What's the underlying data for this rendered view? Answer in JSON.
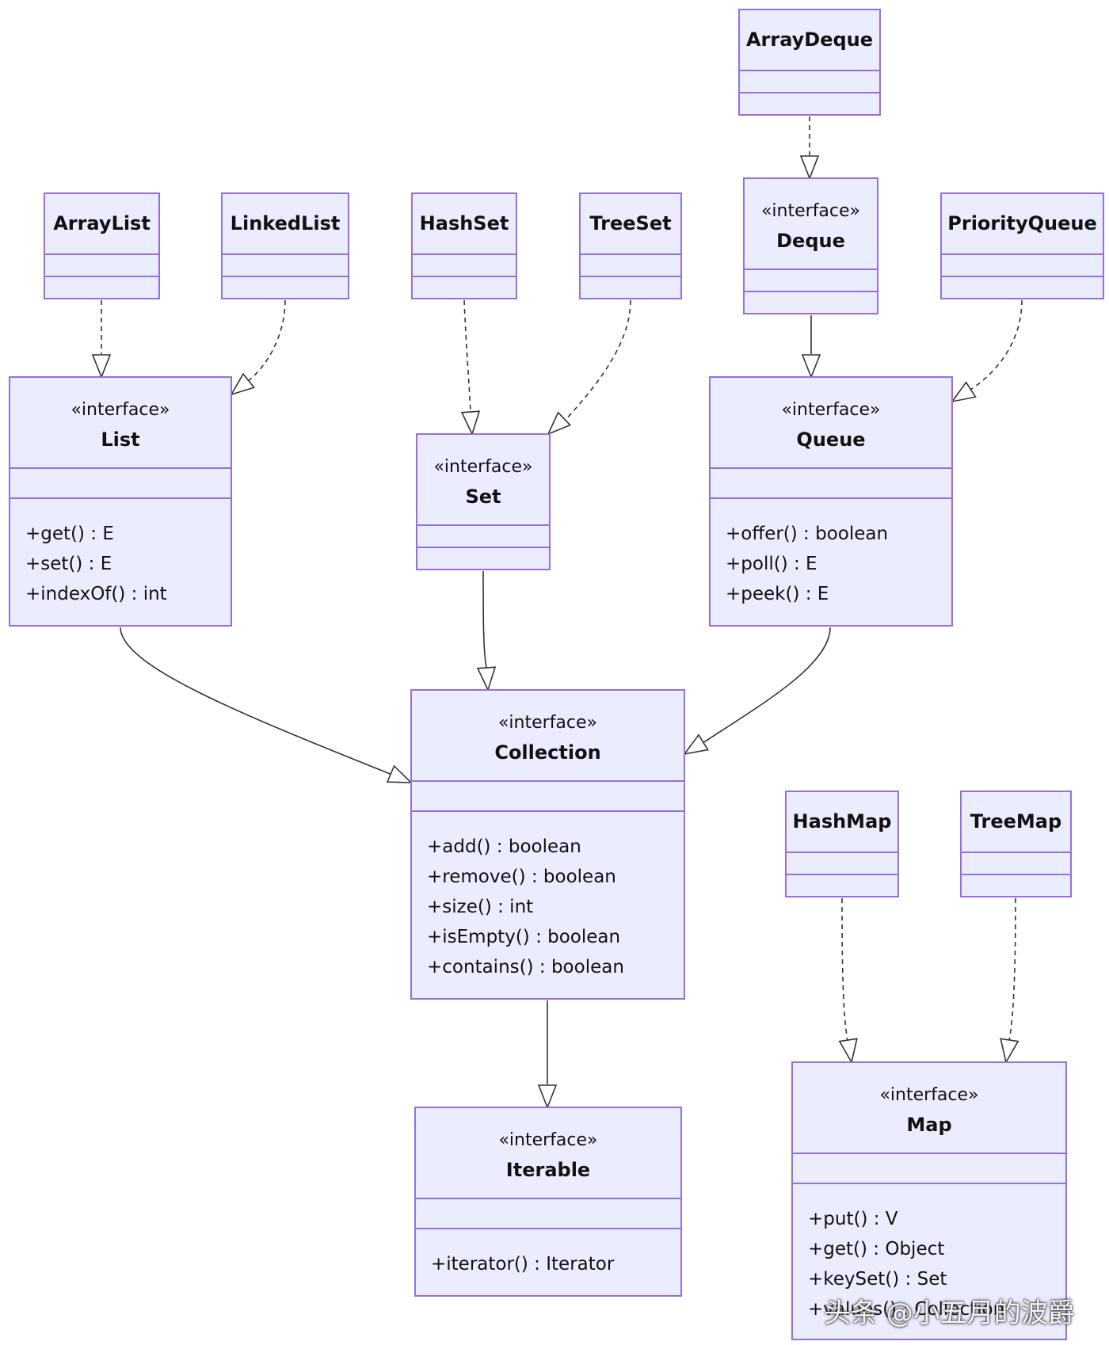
{
  "diagram": {
    "classes": [
      {
        "id": "ArrayDeque",
        "stereotype": "",
        "name": "ArrayDeque",
        "members": []
      },
      {
        "id": "ArrayList",
        "stereotype": "",
        "name": "ArrayList",
        "members": []
      },
      {
        "id": "LinkedList",
        "stereotype": "",
        "name": "LinkedList",
        "members": []
      },
      {
        "id": "HashSet",
        "stereotype": "",
        "name": "HashSet",
        "members": []
      },
      {
        "id": "TreeSet",
        "stereotype": "",
        "name": "TreeSet",
        "members": []
      },
      {
        "id": "Deque",
        "stereotype": "«interface»",
        "name": "Deque",
        "members": []
      },
      {
        "id": "PriorityQueue",
        "stereotype": "",
        "name": "PriorityQueue",
        "members": []
      },
      {
        "id": "List",
        "stereotype": "«interface»",
        "name": "List",
        "members": [
          "+get() : E",
          "+set() : E",
          "+indexOf() : int"
        ]
      },
      {
        "id": "Set",
        "stereotype": "«interface»",
        "name": "Set",
        "members": []
      },
      {
        "id": "Queue",
        "stereotype": "«interface»",
        "name": "Queue",
        "members": [
          "+offer() : boolean",
          "+poll() : E",
          "+peek() : E"
        ]
      },
      {
        "id": "Collection",
        "stereotype": "«interface»",
        "name": "Collection",
        "members": [
          "+add() : boolean",
          "+remove() : boolean",
          "+size() : int",
          "+isEmpty() : boolean",
          "+contains() : boolean"
        ]
      },
      {
        "id": "HashMap",
        "stereotype": "",
        "name": "HashMap",
        "members": []
      },
      {
        "id": "TreeMap",
        "stereotype": "",
        "name": "TreeMap",
        "members": []
      },
      {
        "id": "Iterable",
        "stereotype": "«interface»",
        "name": "Iterable",
        "members": [
          "+iterator() : Iterator"
        ]
      },
      {
        "id": "Map",
        "stereotype": "«interface»",
        "name": "Map",
        "members": [
          "+put() : V",
          "+get() : Object",
          "+keySet() : Set",
          "+values() : Collection"
        ]
      }
    ],
    "relations": [
      {
        "from": "ArrayDeque",
        "to": "Deque",
        "kind": "realization"
      },
      {
        "from": "ArrayList",
        "to": "List",
        "kind": "realization"
      },
      {
        "from": "LinkedList",
        "to": "List",
        "kind": "realization"
      },
      {
        "from": "HashSet",
        "to": "Set",
        "kind": "realization"
      },
      {
        "from": "TreeSet",
        "to": "Set",
        "kind": "realization"
      },
      {
        "from": "Deque",
        "to": "Queue",
        "kind": "inheritance"
      },
      {
        "from": "PriorityQueue",
        "to": "Queue",
        "kind": "realization"
      },
      {
        "from": "List",
        "to": "Collection",
        "kind": "inheritance"
      },
      {
        "from": "Set",
        "to": "Collection",
        "kind": "inheritance"
      },
      {
        "from": "Queue",
        "to": "Collection",
        "kind": "inheritance"
      },
      {
        "from": "Collection",
        "to": "Iterable",
        "kind": "inheritance"
      },
      {
        "from": "HashMap",
        "to": "Map",
        "kind": "realization"
      },
      {
        "from": "TreeMap",
        "to": "Map",
        "kind": "realization"
      }
    ],
    "colors": {
      "box_fill": "#ECECFF",
      "box_stroke": "#9370DB",
      "edge": "#333333"
    }
  },
  "watermark": "头条 @小五月的波爵"
}
